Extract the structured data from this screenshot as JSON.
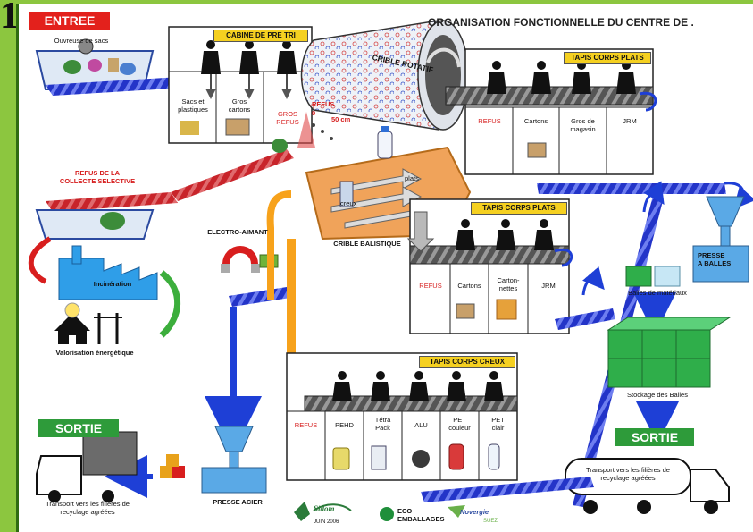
{
  "header": {
    "title": "ORGANISATION FONCTIONNELLE DU CENTRE DE .",
    "corner_mark": "1"
  },
  "entry": {
    "badge": "ENTREE",
    "bag_opener": "Ouvreuse de sacs"
  },
  "pre_sort": {
    "title": "CABINE DE PRE TRI",
    "cells": [
      "Sacs et\nplastiques",
      "Gros\ncartons",
      "GROS\nREFUS"
    ]
  },
  "trommel": {
    "label": "CRIBLE ROTATIF",
    "refus_label": "REFUS",
    "size_small": "0",
    "size_large": "50 cm"
  },
  "flat_top": {
    "title": "TAPIS CORPS PLATS",
    "cells": [
      "REFUS",
      "Cartons",
      "Gros de\nmagasin",
      "JRM"
    ]
  },
  "selective_refuse": "REFUS DE LA\nCOLLECTE SELECTIVE",
  "incineration": "Incinération",
  "energy_recovery": "Valorisation énergétique",
  "magnet": "ELECTRO-AIMANT",
  "ballistic": {
    "label": "CRIBLE BALISTIQUE",
    "creux": "creux",
    "plats": "plats"
  },
  "flat_mid": {
    "title": "TAPIS CORPS PLATS",
    "cells": [
      "REFUS",
      "Cartons",
      "Carton-\nnettes",
      "JRM"
    ]
  },
  "hollow": {
    "title": "TAPIS CORPS CREUX",
    "cells": [
      "REFUS",
      "PEHD",
      "Tétra\nPack",
      "ALU",
      "PET\ncouleur",
      "PET\nclair"
    ]
  },
  "press_baler": "PRESSE\nA BALLES",
  "material_bales": "Balles de matériaux",
  "bale_storage": "Stockage des Balles",
  "exit_left": {
    "badge": "SORTIE",
    "transport": "Transport vers les filières de\nrecyclage agréées"
  },
  "exit_right": {
    "badge": "SORTIE",
    "transport": "Transport vers les filières de\nrecyclage agréées"
  },
  "steel_press": "PRESSE ACIER",
  "logos": {
    "sidom_name": "Sidom",
    "date": "JUIN 2006",
    "eco_line1": "ECO",
    "eco_line2": "EMBALLAGES",
    "novergie": "Novergie",
    "suez": "SUEZ"
  },
  "colors": {
    "page_background": "#8cc63f",
    "entry_badge": "#e3211c",
    "exit_badge": "#2e9b3a",
    "conveyor_red": "#c8242a",
    "conveyor_blue": "#2334c8",
    "title_tag": "#f5d020",
    "orange_arrow": "#f7a21b",
    "press_blue": "#5aa9e6",
    "bale_green": "#2fae4a"
  }
}
